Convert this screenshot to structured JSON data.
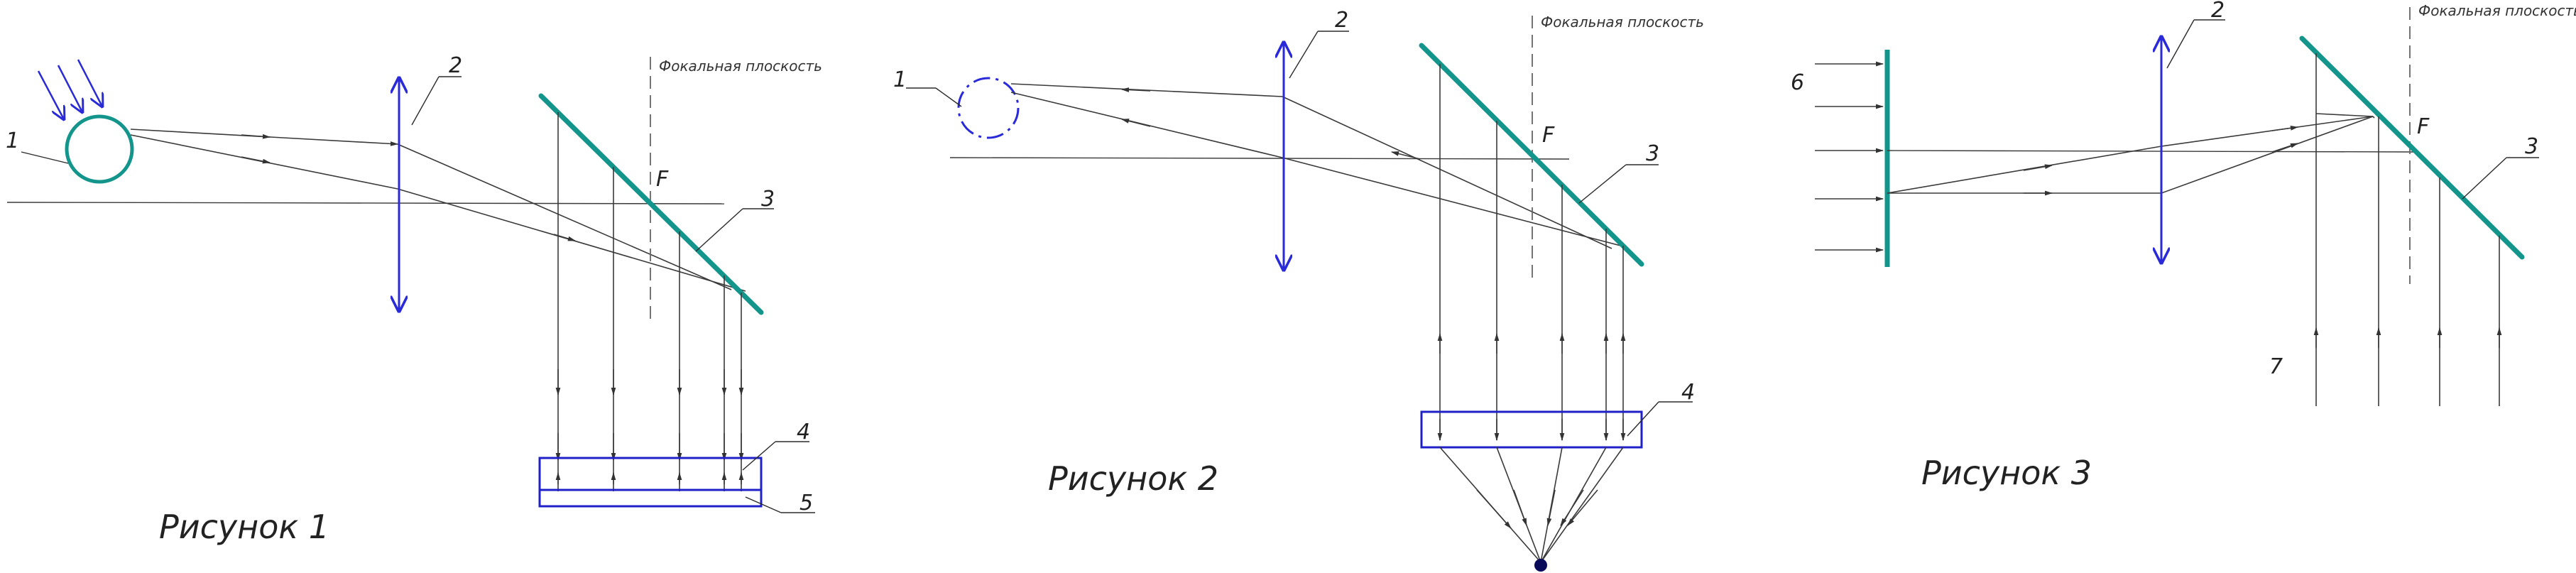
{
  "figures": [
    {
      "caption": "Рисунок 1",
      "focal_plane_label": "Фокальная плоскость",
      "focus_label": "F",
      "parts": [
        "1",
        "2",
        "3",
        "4",
        "5"
      ]
    },
    {
      "caption": "Рисунок 2",
      "focal_plane_label": "Фокальная плоскость",
      "focus_label": "F",
      "parts": [
        "1",
        "2",
        "3",
        "4"
      ]
    },
    {
      "caption": "Рисунок 3",
      "focal_plane_label": "Фокальная плоскость",
      "focus_label": "F",
      "parts": [
        "6",
        "2",
        "3",
        "7"
      ]
    }
  ],
  "colors": {
    "lens": "#2a2ad8",
    "detector_box": "#2020c8",
    "mirror": "#14958c",
    "rays": "#3a3a3a",
    "object": "#14958c",
    "point_source": "#0a0a5a"
  }
}
